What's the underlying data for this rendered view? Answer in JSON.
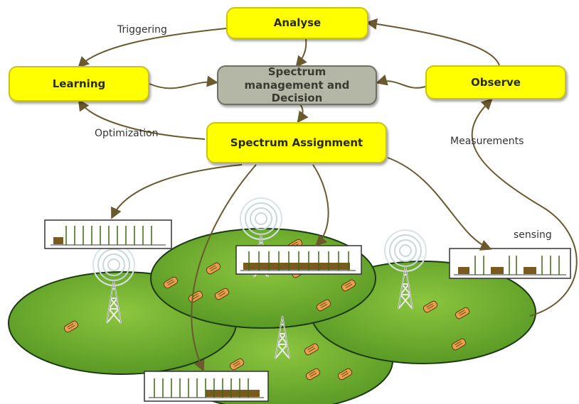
{
  "nodes": {
    "analyse": "Analyse",
    "learning": "Learning",
    "spectrum_management": "Spectrum management and Decision",
    "observe": "Observe",
    "spectrum_assignment": "Spectrum Assignment"
  },
  "edge_labels": {
    "triggering": "Triggering",
    "optimization": "Optimization",
    "measurements": "Measurements",
    "sensing": "sensing"
  },
  "colors": {
    "node_fill": "#ffff00",
    "decision_fill": "#b4b6a6",
    "arrow": "#6b5a2e",
    "cell_fill": "#6fae2f",
    "spectrum_bar": "#7a5a1e"
  }
}
